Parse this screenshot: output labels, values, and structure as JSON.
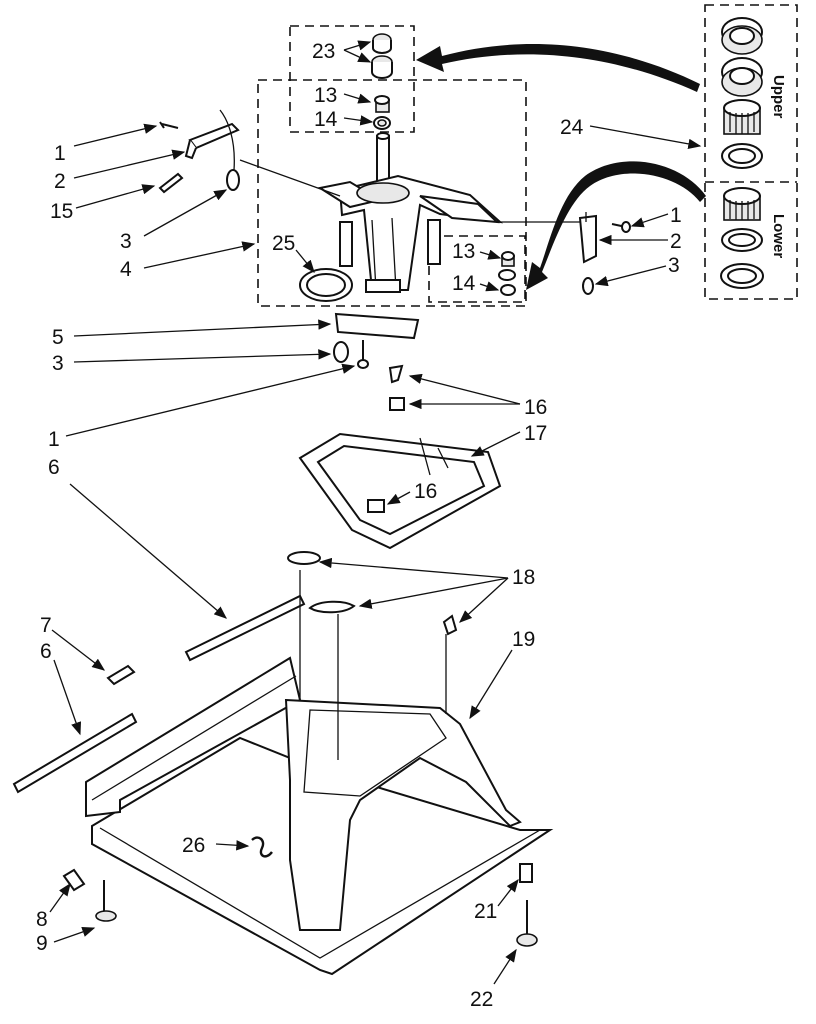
{
  "callouts": {
    "c1a": "1",
    "c2a": "2",
    "c15": "15",
    "c3a": "3",
    "c4": "4",
    "c25": "25",
    "c5": "5",
    "c3b": "3",
    "c1b": "1",
    "c23": "23",
    "c13a": "13",
    "c14a": "14",
    "c24": "24",
    "c1c": "1",
    "c2b": "2",
    "c3c": "3",
    "c13b": "13",
    "c14b": "14",
    "c16a": "16",
    "c16b": "16",
    "c17": "17",
    "c6a": "6",
    "c7": "7",
    "c6b": "6",
    "c18": "18",
    "c19": "19",
    "c26": "26",
    "c8": "8",
    "c9": "9",
    "c21": "21",
    "c22": "22"
  },
  "inset": {
    "upper_label": "Upper",
    "lower_label": "Lower"
  },
  "colors": {
    "ink": "#111111",
    "paper": "#ffffff"
  }
}
